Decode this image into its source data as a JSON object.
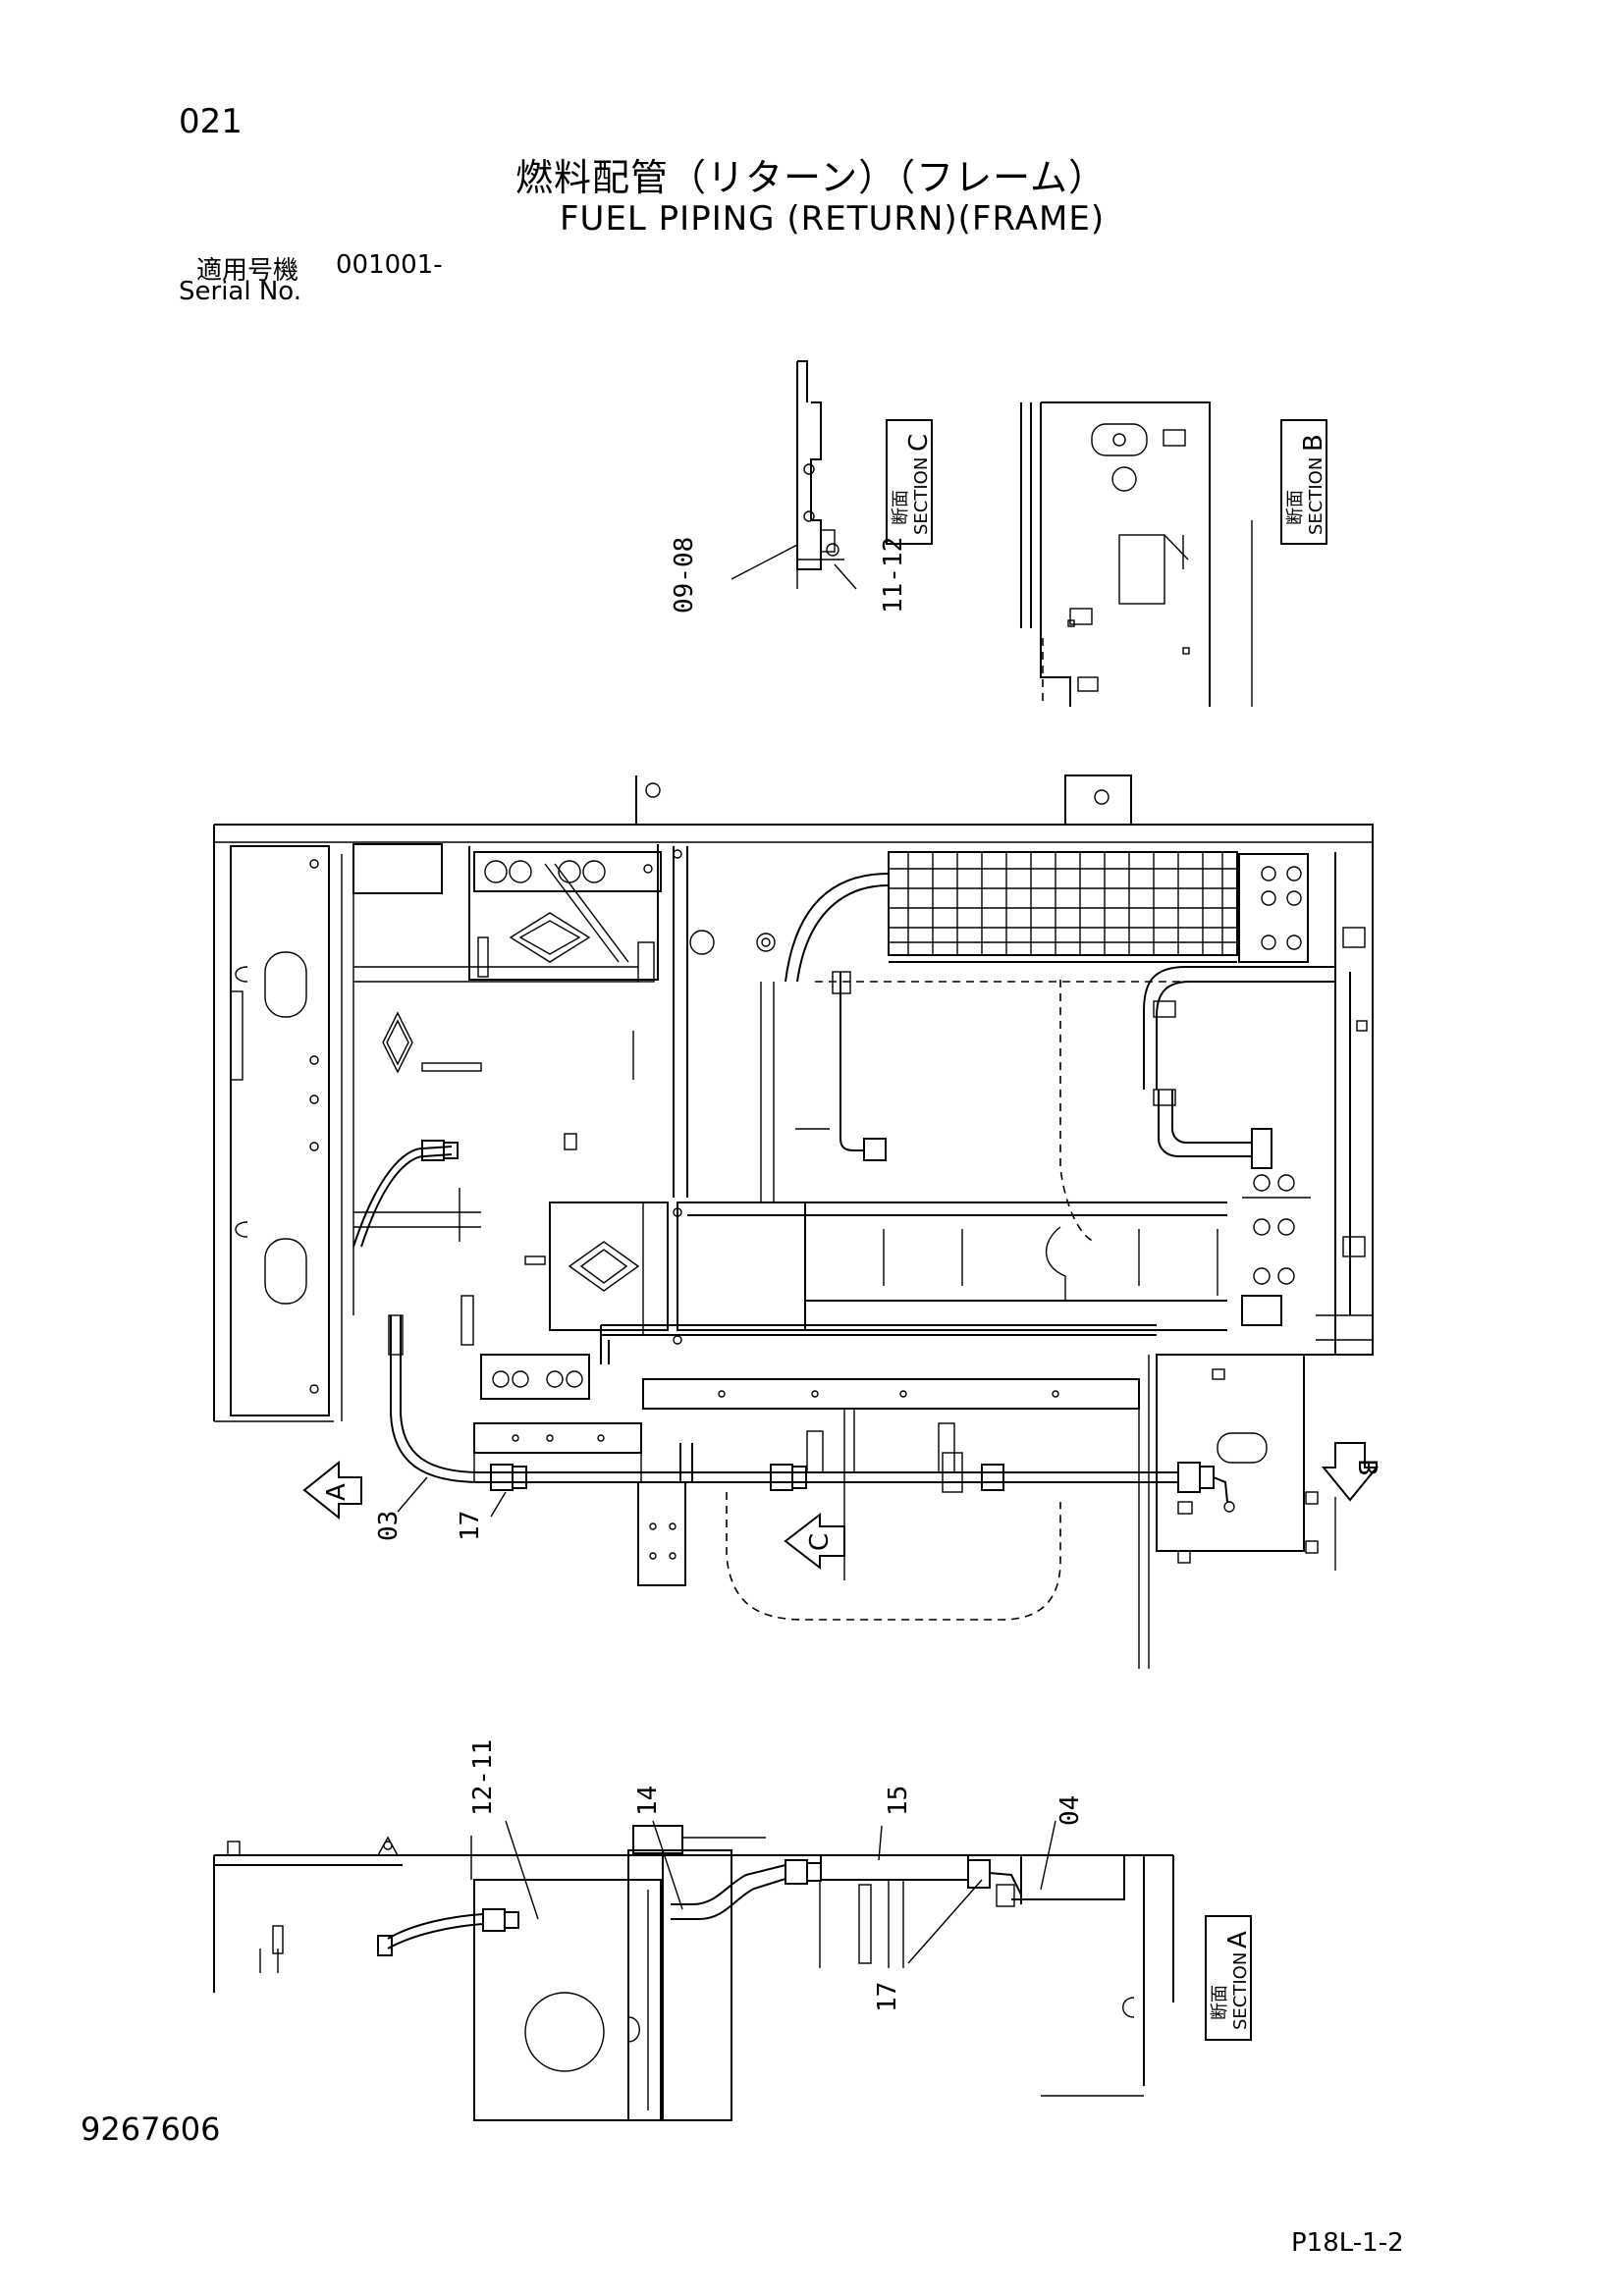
{
  "header": {
    "page_no": "021",
    "title_jp": "燃料配管（リターン）（フレーム）",
    "title_en": "FUEL PIPING (RETURN)(FRAME)",
    "serial_label_jp": "適用号機",
    "serial_value": "001001-",
    "serial_label_en": "Serial No."
  },
  "callouts": {
    "c_0908": "09-08",
    "c_1112_top": "11-12",
    "c_03": "03",
    "c_17_a": "17",
    "c_1211": "12-11",
    "c_14": "14",
    "c_15": "15",
    "c_04": "04",
    "c_17_b": "17"
  },
  "sections": {
    "label_jp": "断面",
    "label_en": "SECTION",
    "c": "C",
    "b": "B",
    "a": "A"
  },
  "view_markers": {
    "a": "A",
    "b": "B",
    "c": "C"
  },
  "footer": {
    "drawing_no": "9267606",
    "sheet_no": "P18L-1-2"
  }
}
